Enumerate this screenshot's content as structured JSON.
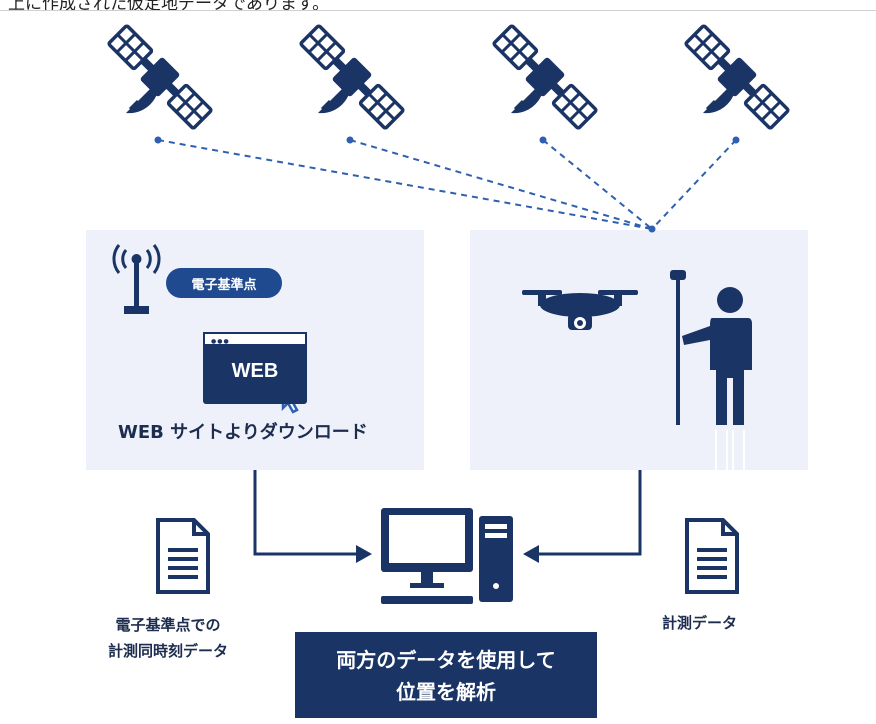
{
  "header": {
    "top_text": "上に作成された仮定地データであります。"
  },
  "reference_station": {
    "label": "電子基準点"
  },
  "web": {
    "icon_label": "WEB",
    "caption": "WEB サイトよりダウンロード"
  },
  "left_document": {
    "line1": "電子基準点での",
    "line2": "計測同時刻データ"
  },
  "right_document": {
    "label": "計測データ"
  },
  "analysis": {
    "line1": "両方のデータを使用して",
    "line2": "位置を解析"
  },
  "colors": {
    "navy": "#1b3466",
    "blue": "#1f4a8f",
    "panel": "#eef1f9",
    "dash": "#2f5fb0"
  }
}
